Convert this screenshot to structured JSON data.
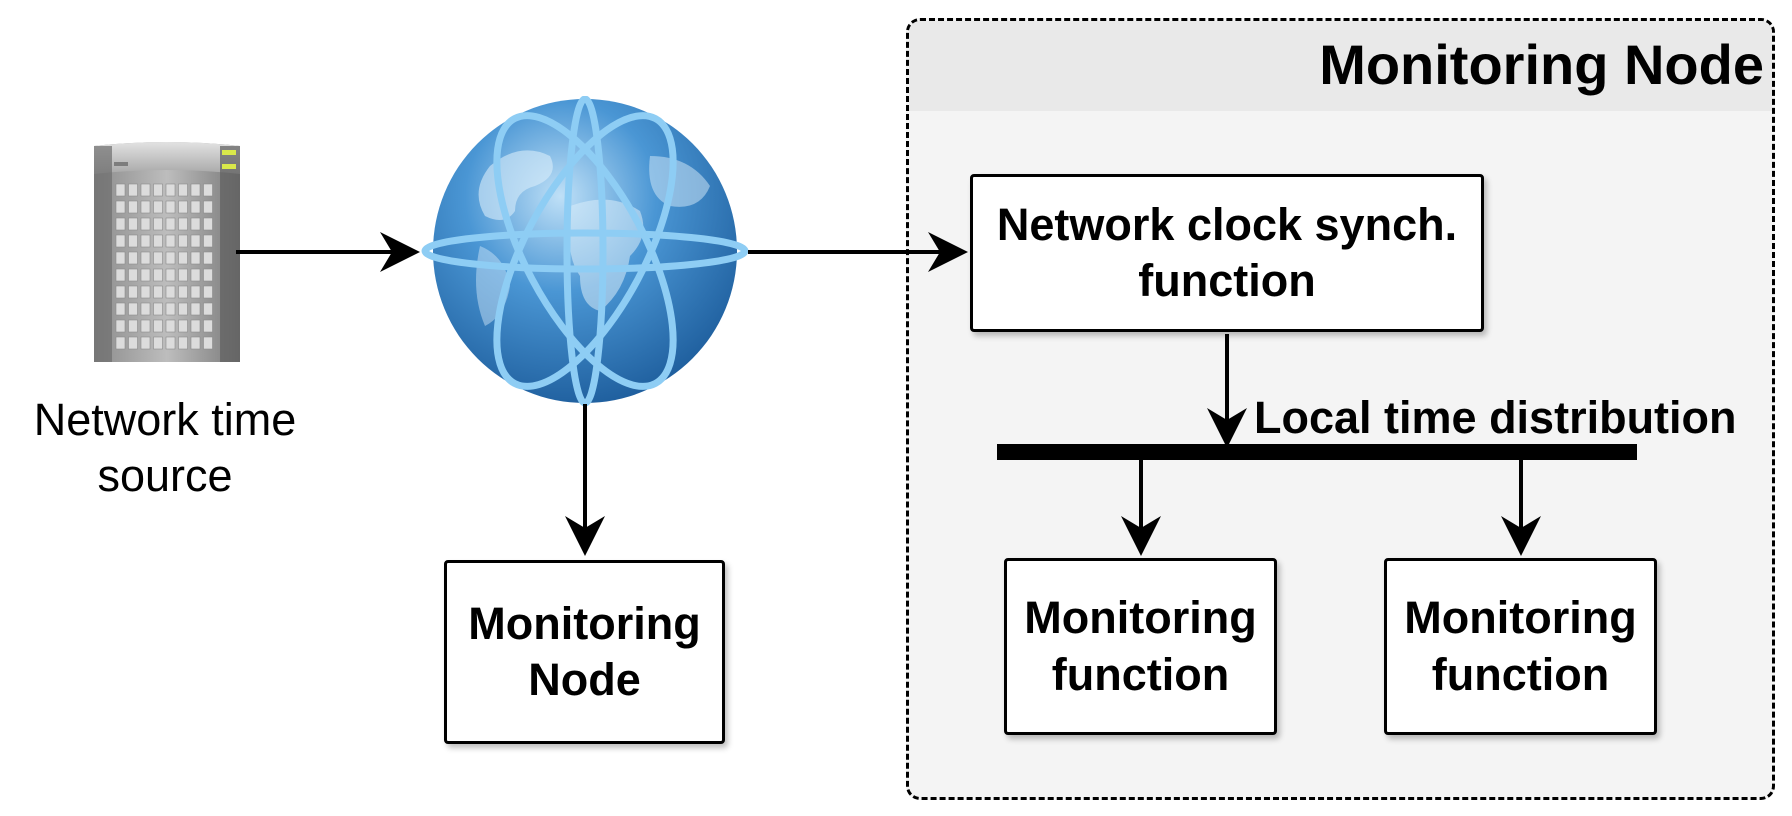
{
  "nodes": {
    "time_source": {
      "label": "Network time\nsource"
    },
    "remote_monitoring_node": {
      "label": "Monitoring\nNode"
    },
    "group": {
      "title": "Monitoring Node"
    },
    "clock_sync": {
      "label": "Network clock synch.\nfunction"
    },
    "bus": {
      "label": "Local time distribution"
    },
    "monitoring_function_1": {
      "label": "Monitoring\nfunction"
    },
    "monitoring_function_2": {
      "label": "Monitoring\nfunction"
    }
  },
  "icons": {
    "server": "server-icon",
    "globe": "globe-icon"
  },
  "colors": {
    "globe_blue": "#3b87c9",
    "globe_ring": "#8ecdf4",
    "group_fill": "#f4f4f4",
    "group_header_fill": "#e9e9e9",
    "server_led": "#d9e84a"
  }
}
